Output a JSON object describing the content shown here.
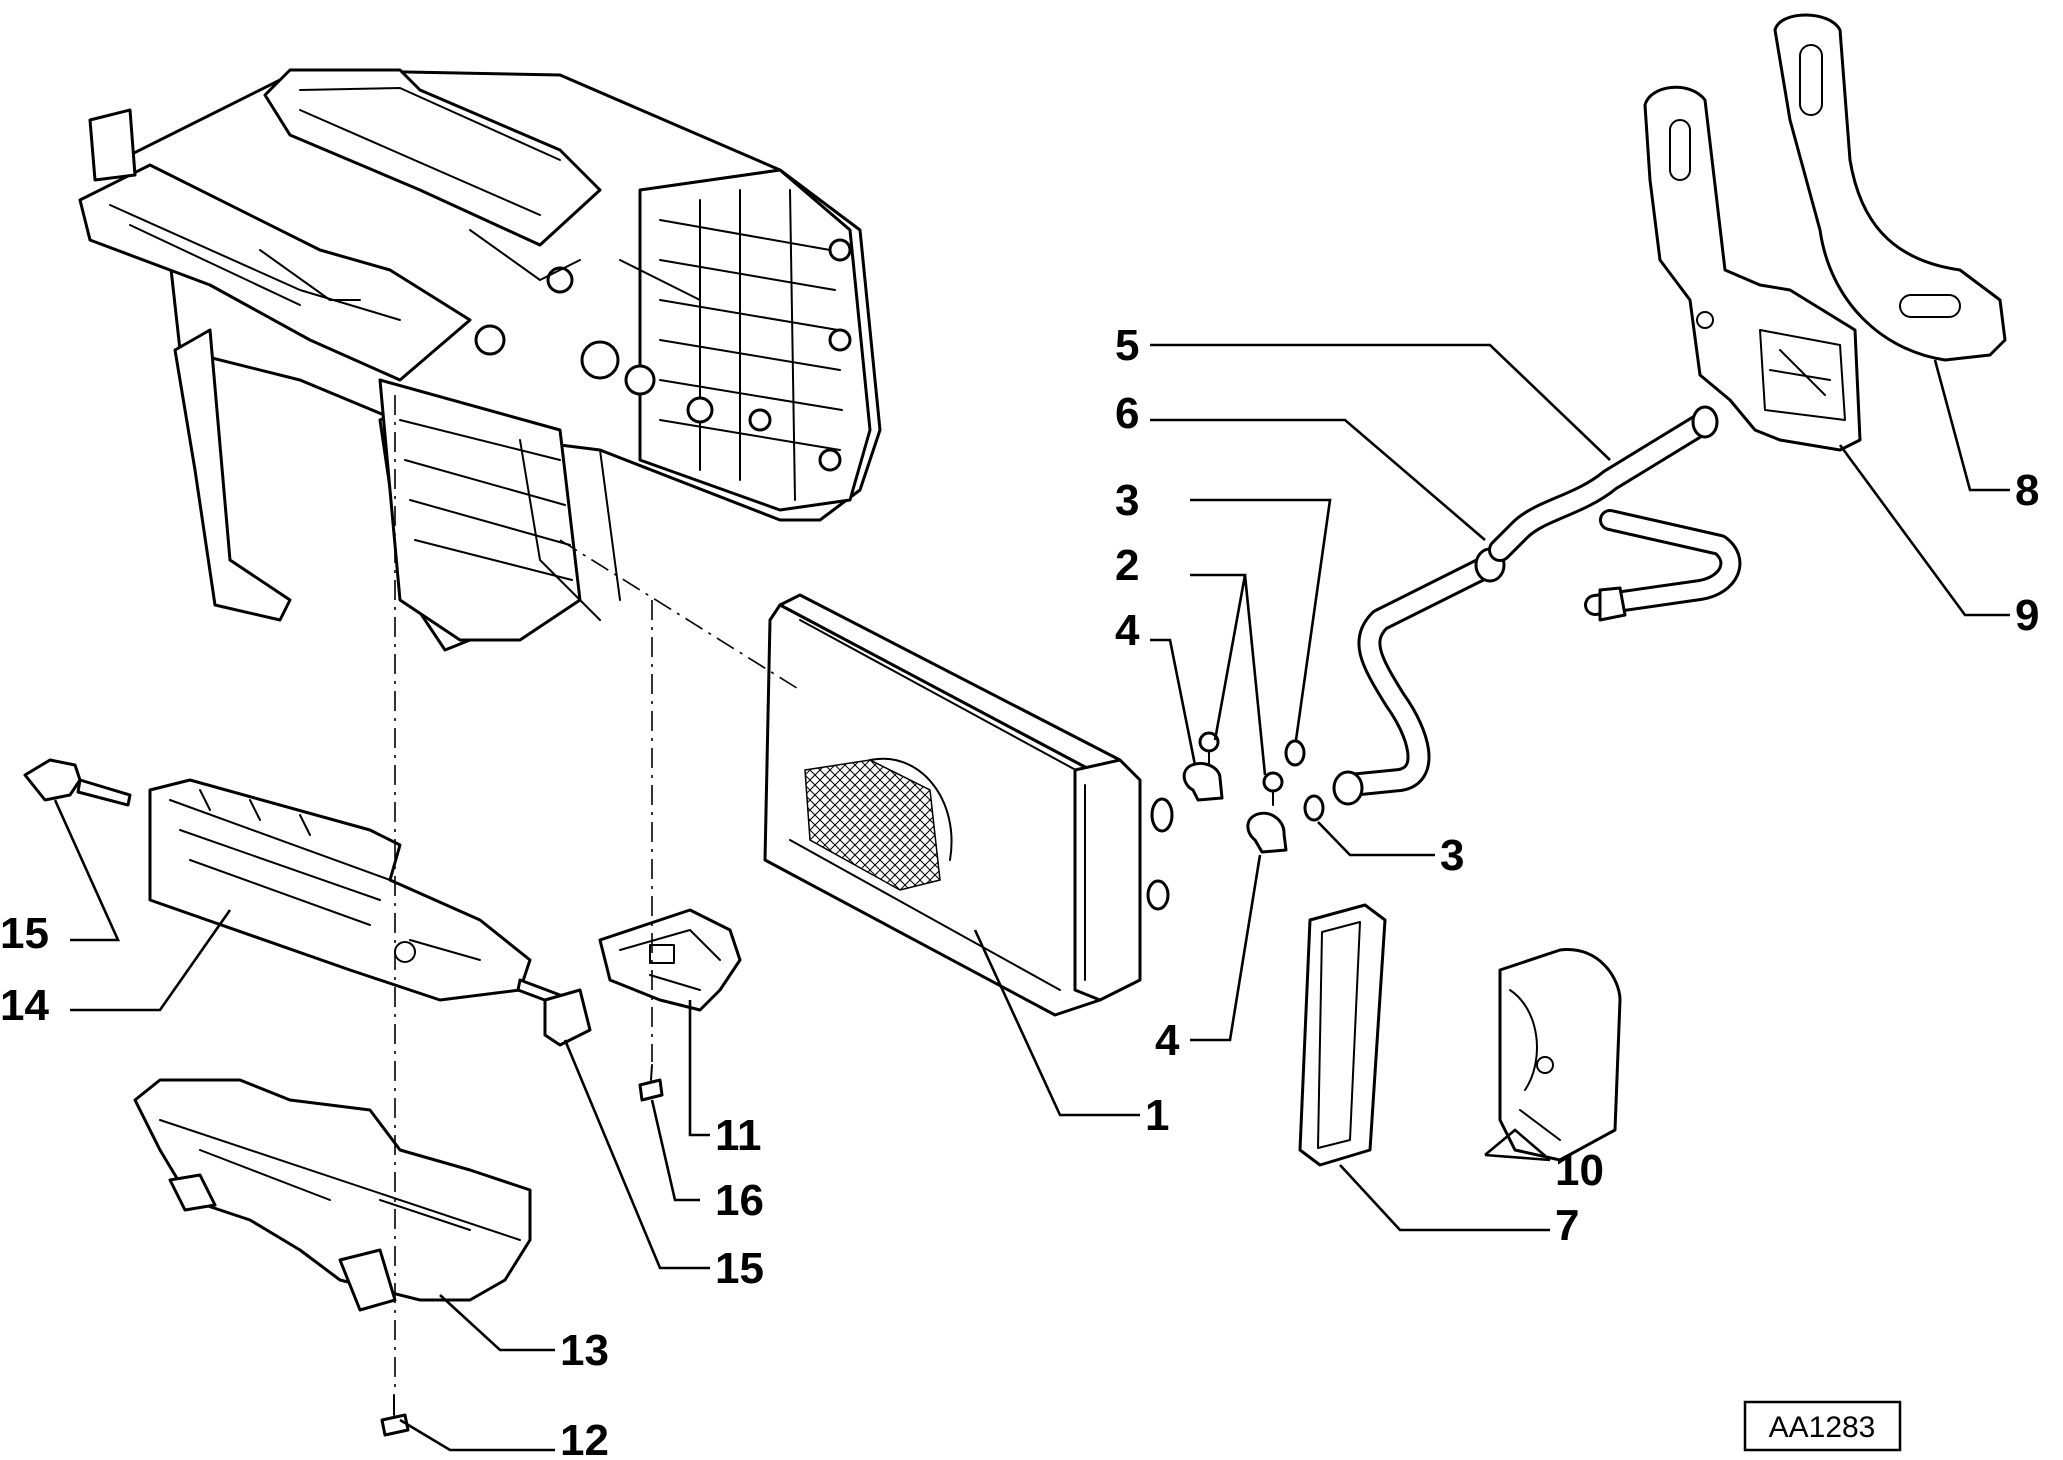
{
  "callouts": {
    "c1": "1",
    "c2": "2",
    "c3_top": "3",
    "c3_bottom": "3",
    "c4_top": "4",
    "c4_bottom": "4",
    "c5": "5",
    "c6": "6",
    "c7": "7",
    "c8": "8",
    "c9": "9",
    "c10": "10",
    "c11": "11",
    "c12": "12",
    "c13": "13",
    "c14": "14",
    "c15_left": "15",
    "c15_bottom": "15",
    "c16": "16"
  },
  "reference_code": "AA1283"
}
